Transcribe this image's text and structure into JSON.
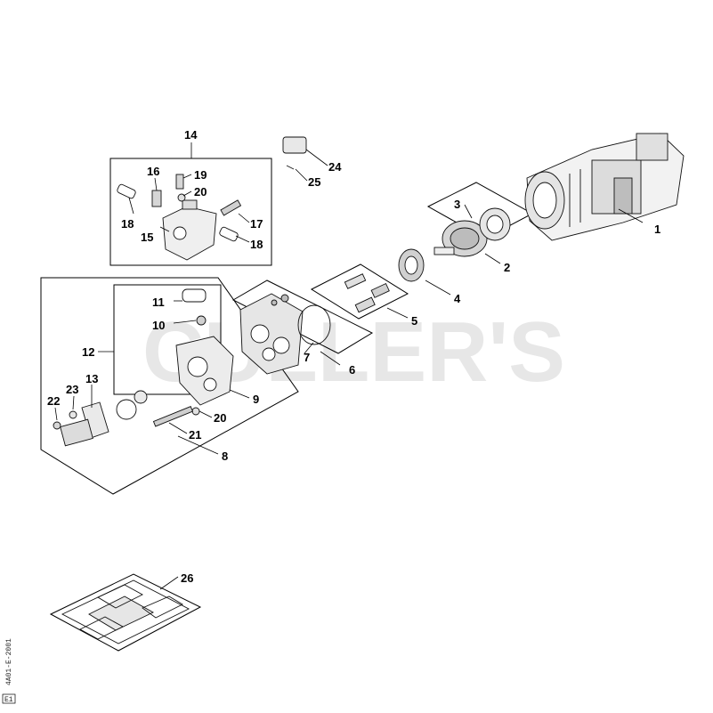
{
  "watermark": "CULLER'S",
  "side_code": "4A01-E-2001",
  "corner_tag": "E1",
  "callouts": {
    "c1": "1",
    "c2": "2",
    "c3": "3",
    "c4": "4",
    "c5": "5",
    "c6": "6",
    "c7": "7",
    "c8": "8",
    "c9": "9",
    "c10": "10",
    "c11": "11",
    "c12": "12",
    "c13": "13",
    "c14": "14",
    "c15": "15",
    "c16": "16",
    "c17": "17",
    "c18a": "18",
    "c18b": "18",
    "c19": "19",
    "c20a": "20",
    "c20b": "20",
    "c21": "21",
    "c22": "22",
    "c23": "23",
    "c24": "24",
    "c25": "25",
    "c26": "26"
  }
}
